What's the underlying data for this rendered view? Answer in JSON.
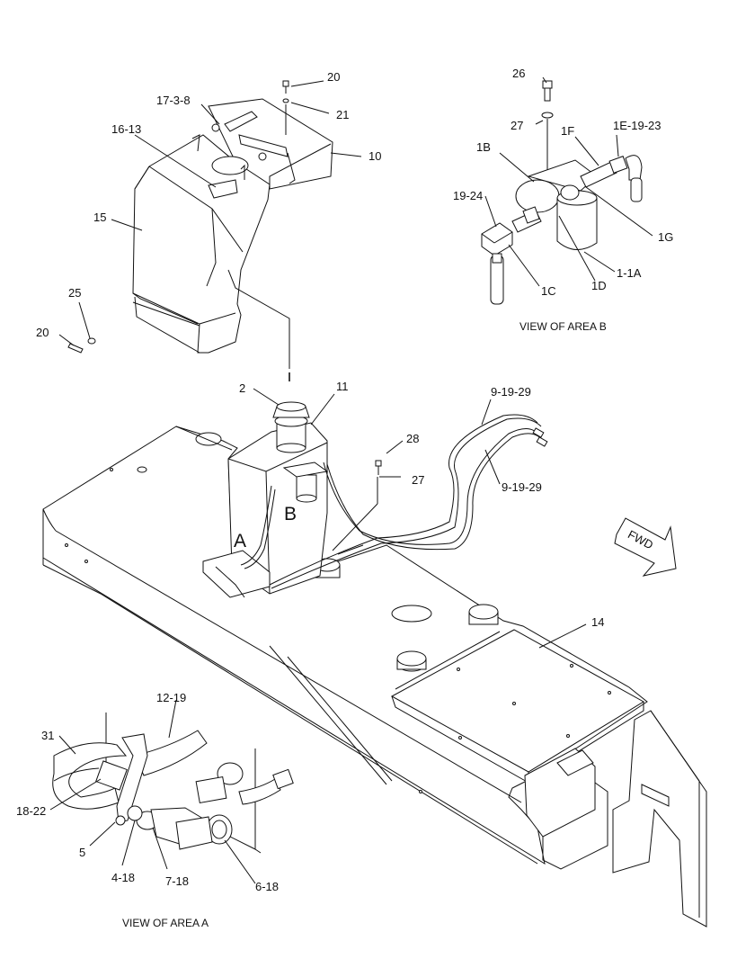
{
  "callouts": {
    "c20_top": "20",
    "c21": "21",
    "c17_3_8": "17-3-8",
    "c16_13": "16-13",
    "c10": "10",
    "c15": "15",
    "c25": "25",
    "c20_left": "20",
    "c2": "2",
    "c11": "11",
    "c28": "28",
    "c27_mid": "27",
    "c9_19_29_a": "9-19-29",
    "c9_19_29_b": "9-19-29",
    "c14": "14",
    "c26": "26",
    "c27_b": "27",
    "c1B": "1B",
    "c1F": "1F",
    "c1E_19_23": "1E-19-23",
    "c19_24": "19-24",
    "c1G": "1G",
    "c1C": "1C",
    "c1D": "1D",
    "c1_1A": "1-1A",
    "c12_19": "12-19",
    "c31": "31",
    "c18_22": "18-22",
    "c5": "5",
    "c4_18": "4-18",
    "c7_18": "7-18",
    "c6_18": "6-18"
  },
  "area_marks": {
    "a": "A",
    "b": "B"
  },
  "captions": {
    "area_b": "VIEW OF AREA  B",
    "area_a": "VIEW OF AREA  A"
  },
  "fwd_arrow": "FWD"
}
